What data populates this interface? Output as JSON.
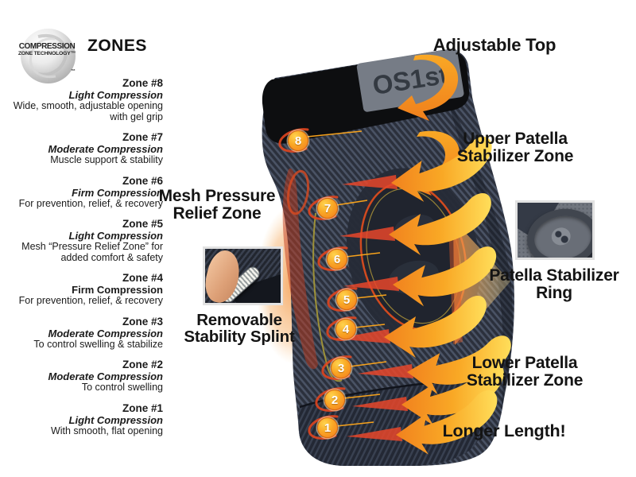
{
  "logo": {
    "line1": "COMPRESSION",
    "line2": "ZONE TECHNOLOGY™",
    "tm": "™",
    "title": "ZONES"
  },
  "product": {
    "brand": "OS1st"
  },
  "zones": [
    {
      "num": "8",
      "title": "Zone #8",
      "level": "Light Compression",
      "italic": true,
      "desc": "Wide, smooth, adjustable opening with gel grip"
    },
    {
      "num": "7",
      "title": "Zone #7",
      "level": "Moderate Compression",
      "italic": true,
      "desc": "Muscle support & stability"
    },
    {
      "num": "6",
      "title": "Zone #6",
      "level": "Firm Compression",
      "italic": true,
      "desc": "For prevention, relief, & recovery"
    },
    {
      "num": "5",
      "title": "Zone #5",
      "level": "Light Compression",
      "italic": true,
      "desc": "Mesh “Pressure Relief Zone” for added comfort & safety"
    },
    {
      "num": "4",
      "title": "Zone #4",
      "level": "Firm Compression",
      "italic": false,
      "desc": "For prevention, relief, & recovery"
    },
    {
      "num": "3",
      "title": "Zone #3",
      "level": "Moderate Compression",
      "italic": true,
      "desc": "To control swelling & stabilize"
    },
    {
      "num": "2",
      "title": "Zone #2",
      "level": "Moderate Compression",
      "italic": true,
      "desc": "To control swelling"
    },
    {
      "num": "1",
      "title": "Zone #1",
      "level": "Light Compression",
      "italic": true,
      "desc": "With smooth, flat opening"
    }
  ],
  "callouts": {
    "adjustable_top": "Adjustable Top",
    "upper_patella": "Upper Patella Stabilizer Zone",
    "patella_ring": "Patella Stabilizer Ring",
    "lower_patella": "Lower Patella Stabilizer Zone",
    "longer_length": "Longer Length!",
    "mesh_zone": "Mesh Pressure Relief Zone",
    "removable_splint": "Removable Stability Splint"
  },
  "colors": {
    "accent_orange": "#F7941E",
    "accent_red": "#E8462A",
    "accent_yellow": "#FFD94E",
    "sleeve_charcoal": "#2B303C"
  }
}
